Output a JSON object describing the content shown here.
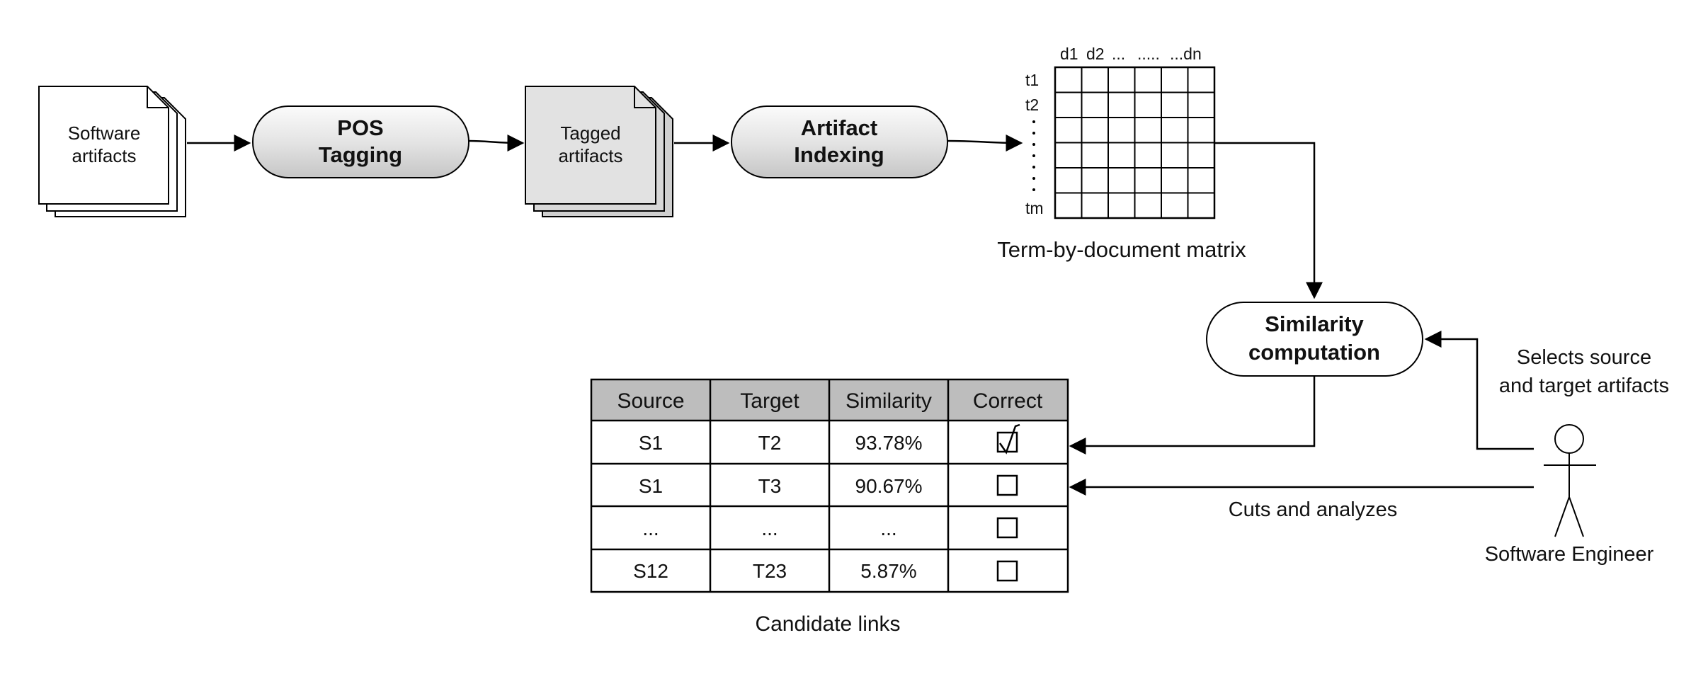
{
  "docs_input": {
    "line1": "Software",
    "line2": "artifacts"
  },
  "pos_tagging": {
    "line1": "POS",
    "line2": "Tagging"
  },
  "docs_tagged": {
    "line1": "Tagged",
    "line2": "artifacts"
  },
  "artifact_indexing": {
    "line1": "Artifact",
    "line2": "Indexing"
  },
  "matrix": {
    "col_header_d1": "d1",
    "col_header_d2": "d2",
    "col_header_dots1": "...",
    "col_header_dots2": ".....",
    "col_header_dn": "...dn",
    "row_t1": "t1",
    "row_t2": "t2",
    "row_tm": "tm",
    "caption": "Term-by-document matrix"
  },
  "similarity": {
    "line1": "Similarity",
    "line2": "computation"
  },
  "engineer": {
    "label": "Software Engineer",
    "selects_line1": "Selects source",
    "selects_line2": "and target artifacts",
    "cuts": "Cuts and analyzes"
  },
  "candidate_table": {
    "headers": [
      "Source",
      "Target",
      "Similarity",
      "Correct"
    ],
    "rows": [
      {
        "source": "S1",
        "target": "T2",
        "similarity": "93.78%",
        "checked": true
      },
      {
        "source": "S1",
        "target": "T3",
        "similarity": "90.67%",
        "checked": false
      },
      {
        "source": "...",
        "target": "...",
        "similarity": "...",
        "checked": false
      },
      {
        "source": "S12",
        "target": "T23",
        "similarity": "5.87%",
        "checked": false
      }
    ],
    "caption": "Candidate links"
  }
}
